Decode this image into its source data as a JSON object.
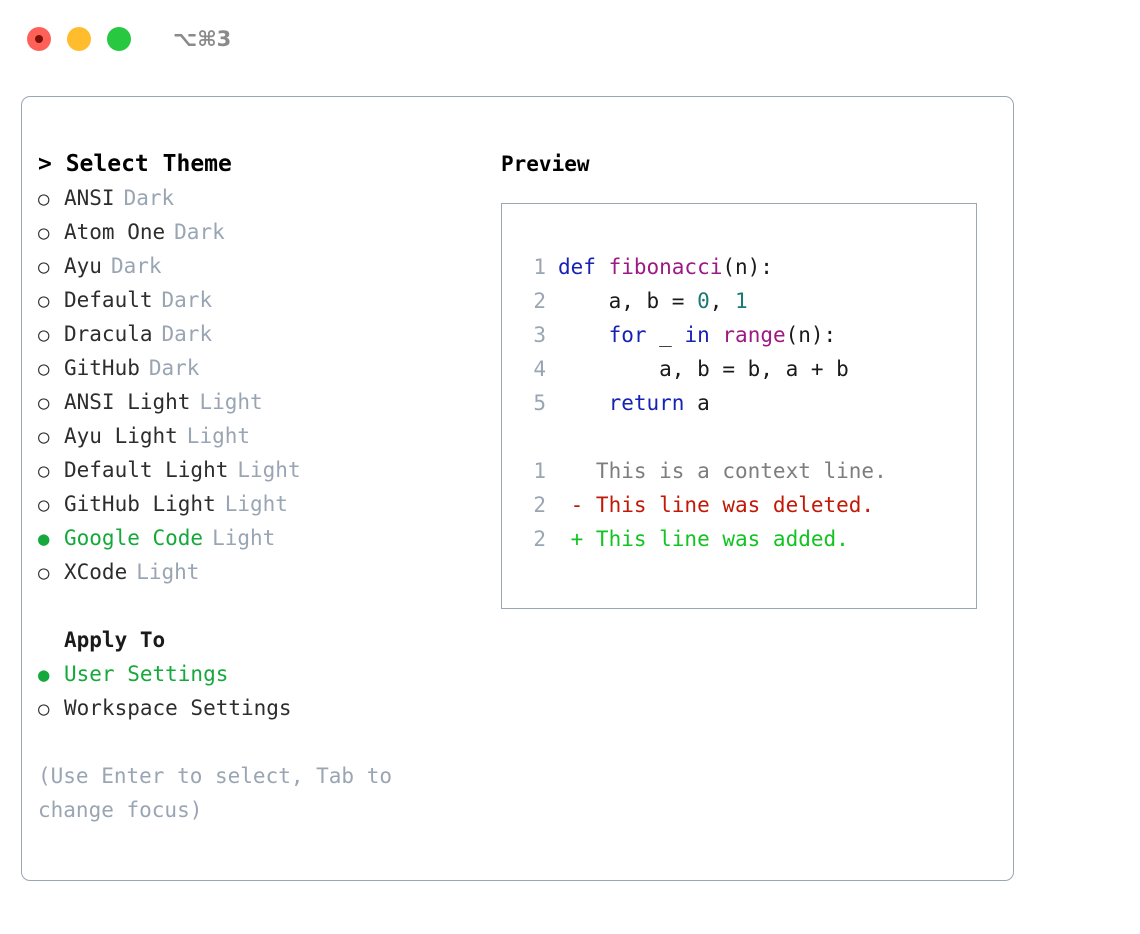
{
  "titlebar": {
    "shortcut": "⌥⌘3",
    "buttons": [
      {
        "name": "close",
        "color": "#ff6159"
      },
      {
        "name": "minimize",
        "color": "#ffbd2e"
      },
      {
        "name": "maximize",
        "color": "#28c840"
      }
    ]
  },
  "theme_picker": {
    "header": "> Select Theme",
    "options": [
      {
        "marker": "○",
        "label": "ANSI",
        "tag": "Dark",
        "selected": false
      },
      {
        "marker": "○",
        "label": "Atom One",
        "tag": "Dark",
        "selected": false
      },
      {
        "marker": "○",
        "label": "Ayu",
        "tag": "Dark",
        "selected": false
      },
      {
        "marker": "○",
        "label": "Default",
        "tag": "Dark",
        "selected": false
      },
      {
        "marker": "○",
        "label": "Dracula",
        "tag": "Dark",
        "selected": false
      },
      {
        "marker": "○",
        "label": "GitHub",
        "tag": "Dark",
        "selected": false
      },
      {
        "marker": "○",
        "label": "ANSI Light",
        "tag": "Light",
        "selected": false
      },
      {
        "marker": "○",
        "label": "Ayu Light",
        "tag": "Light",
        "selected": false
      },
      {
        "marker": "○",
        "label": "Default Light",
        "tag": "Light",
        "selected": false
      },
      {
        "marker": "○",
        "label": "GitHub Light",
        "tag": "Light",
        "selected": false
      },
      {
        "marker": "●",
        "label": "Google Code",
        "tag": "Light",
        "selected": true
      },
      {
        "marker": "○",
        "label": "XCode",
        "tag": "Light",
        "selected": false
      }
    ]
  },
  "apply_to": {
    "header": "Apply To",
    "options": [
      {
        "marker": "●",
        "label": "User Settings",
        "selected": true
      },
      {
        "marker": "○",
        "label": "Workspace Settings",
        "selected": false
      }
    ]
  },
  "hint": "(Use Enter to select, Tab to change focus)",
  "preview": {
    "header": "Preview",
    "code_lines": [
      {
        "number": "1",
        "tokens": [
          {
            "text": "def ",
            "kind": "kw"
          },
          {
            "text": "fibonacci",
            "kind": "fn"
          },
          {
            "text": "(n):",
            "kind": "plain"
          }
        ]
      },
      {
        "number": "2",
        "tokens": [
          {
            "text": "    a, b = ",
            "kind": "plain"
          },
          {
            "text": "0",
            "kind": "num"
          },
          {
            "text": ", ",
            "kind": "plain"
          },
          {
            "text": "1",
            "kind": "num"
          }
        ]
      },
      {
        "number": "3",
        "tokens": [
          {
            "text": "    ",
            "kind": "plain"
          },
          {
            "text": "for",
            "kind": "kw"
          },
          {
            "text": " _ ",
            "kind": "plain"
          },
          {
            "text": "in",
            "kind": "kw"
          },
          {
            "text": " ",
            "kind": "plain"
          },
          {
            "text": "range",
            "kind": "fn"
          },
          {
            "text": "(n):",
            "kind": "plain"
          }
        ]
      },
      {
        "number": "4",
        "tokens": [
          {
            "text": "        a, b = b, a + b",
            "kind": "plain"
          }
        ]
      },
      {
        "number": "5",
        "tokens": [
          {
            "text": "    ",
            "kind": "plain"
          },
          {
            "text": "return",
            "kind": "kw"
          },
          {
            "text": " a",
            "kind": "plain"
          }
        ]
      }
    ],
    "diff_lines": [
      {
        "number": "1",
        "tokens": [
          {
            "text": "   This is a context line.",
            "kind": "ctx"
          }
        ]
      },
      {
        "number": "2",
        "tokens": [
          {
            "text": " - This line was deleted.",
            "kind": "del"
          }
        ]
      },
      {
        "number": "2",
        "tokens": [
          {
            "text": " + This line was added.",
            "kind": "add"
          }
        ]
      }
    ]
  },
  "colors": {
    "accent_green": "#15a83a",
    "muted": "#9aa5b4",
    "keyword": "#1722b4",
    "function": "#9c1a84",
    "number": "#1a7a73",
    "diff_added": "#11c421",
    "diff_deleted": "#c21807",
    "border": "#9aa6b4"
  }
}
